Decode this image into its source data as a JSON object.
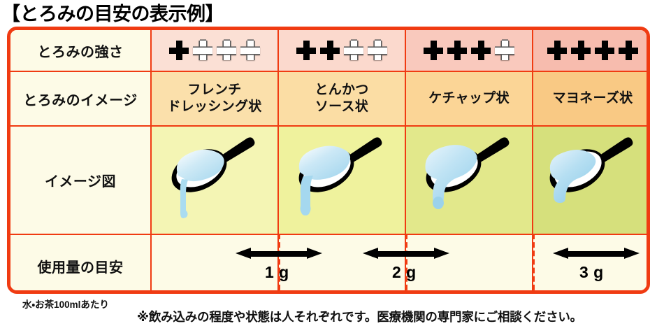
{
  "title": "【とろみの目安の表示例】",
  "table": {
    "border_color": "#f03b12",
    "rows": {
      "strength": {
        "label": "とろみの強さ",
        "cells": [
          {
            "filled": 1,
            "total": 4,
            "bg": "#fbe0d5"
          },
          {
            "filled": 2,
            "total": 4,
            "bg": "#fbd9cd"
          },
          {
            "filled": 3,
            "total": 4,
            "bg": "#f9c9bd"
          },
          {
            "filled": 4,
            "total": 4,
            "bg": "#f7bcae"
          }
        ]
      },
      "image_name": {
        "label": "とろみのイメージ",
        "cells": [
          {
            "text": "フレンチ\nドレッシング状",
            "bg": "#fbe0ab"
          },
          {
            "text": "とんかつ\nソース状",
            "bg": "#fbdda4"
          },
          {
            "text": "ケチャップ状",
            "bg": "#fbd596"
          },
          {
            "text": "マヨネーズ状",
            "bg": "#f9c984"
          }
        ]
      },
      "figure": {
        "label": "イメージ図",
        "cells": [
          {
            "bg": "#f4f5b4",
            "drip": "thin-long"
          },
          {
            "bg": "#eff29d",
            "drip": "thick-long"
          },
          {
            "bg": "#e2e88b",
            "drip": "short-blob"
          },
          {
            "bg": "#d6e07c",
            "drip": "no-drip"
          }
        ]
      },
      "amount": {
        "label": "使用量の目安",
        "bg": "#fdfbe7",
        "markers": [
          {
            "value": "1 g"
          },
          {
            "value": "2 g"
          },
          {
            "value": "3 g"
          }
        ]
      }
    }
  },
  "footer": {
    "left_note": "水・お茶100mlあたり",
    "main_note": "※飲み込みの程度や状態は人それぞれです。医療機関の専門家にご相談ください。"
  }
}
